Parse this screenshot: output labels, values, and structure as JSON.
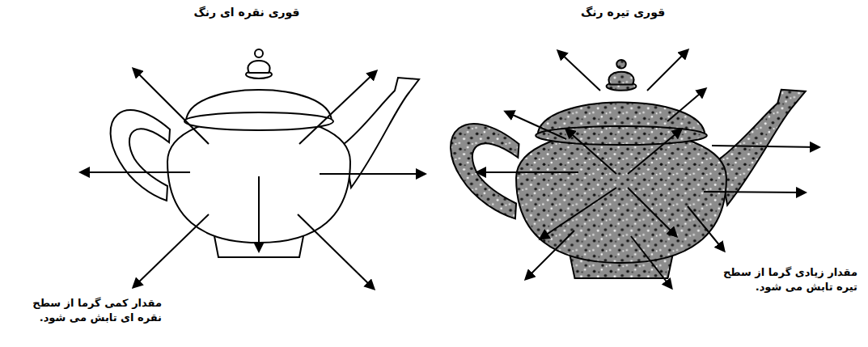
{
  "diagram": {
    "labels": [
      "قوری نقره ای رنگ",
      "قوری تیره رنگ",
      "مقدار کمی گرما از سطح نقره ای تابش می شود.",
      "مقدار زیادی گرما از سطح تیره تابش می شود."
    ]
  }
}
